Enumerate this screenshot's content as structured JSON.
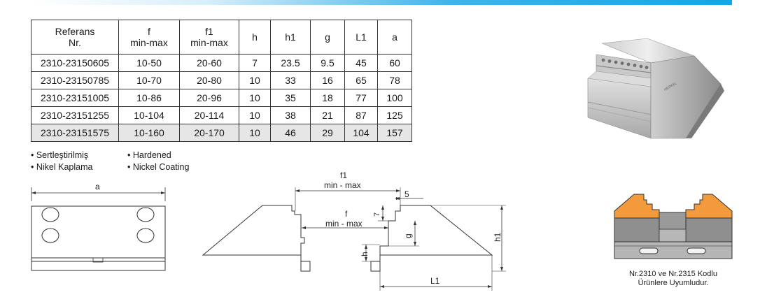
{
  "table": {
    "headers": [
      {
        "line1": "Referans",
        "line2": "Nr."
      },
      {
        "line1": "f",
        "line2": "min-max"
      },
      {
        "line1": "f1",
        "line2": "min-max"
      },
      {
        "line1": "h",
        "line2": ""
      },
      {
        "line1": "h1",
        "line2": ""
      },
      {
        "line1": "g",
        "line2": ""
      },
      {
        "line1": "L1",
        "line2": ""
      },
      {
        "line1": "a",
        "line2": ""
      }
    ],
    "rows": [
      [
        "2310-23150605",
        "10-50",
        "20-60",
        "7",
        "23.5",
        "9.5",
        "45",
        "60"
      ],
      [
        "2310-23150785",
        "10-70",
        "20-80",
        "10",
        "33",
        "16",
        "65",
        "78"
      ],
      [
        "2310-23151005",
        "10-86",
        "20-96",
        "10",
        "35",
        "18",
        "77",
        "100"
      ],
      [
        "2310-23151255",
        "10-104",
        "20-114",
        "10",
        "38",
        "21",
        "87",
        "125"
      ],
      [
        "2310-23151575",
        "10-160",
        "20-170",
        "10",
        "46",
        "29",
        "104",
        "157"
      ]
    ]
  },
  "features_tr": [
    "• Sertleştirilmiş",
    "• Nikel Kaplama"
  ],
  "features_en": [
    "• Hardened",
    "• Nickel Coating"
  ],
  "drawing_top": {
    "label_a": "a"
  },
  "drawing_profile": {
    "label_f1": "f1",
    "label_f1_range": "min - max",
    "label_f": "f",
    "label_f_range": "min - max",
    "label_5": "5",
    "label_7": "7",
    "label_g": "g",
    "label_h": "h",
    "label_h1": "h1",
    "label_L1": "L1"
  },
  "caption": {
    "line1": "Nr.2310 ve Nr.2315 Kodlu",
    "line2": "Ürünlere Uyumludur."
  },
  "colors": {
    "accent_bar": "#12a7e6",
    "jaw_orange": "#f39a3c",
    "vise_gray": "#8f8f8f"
  }
}
